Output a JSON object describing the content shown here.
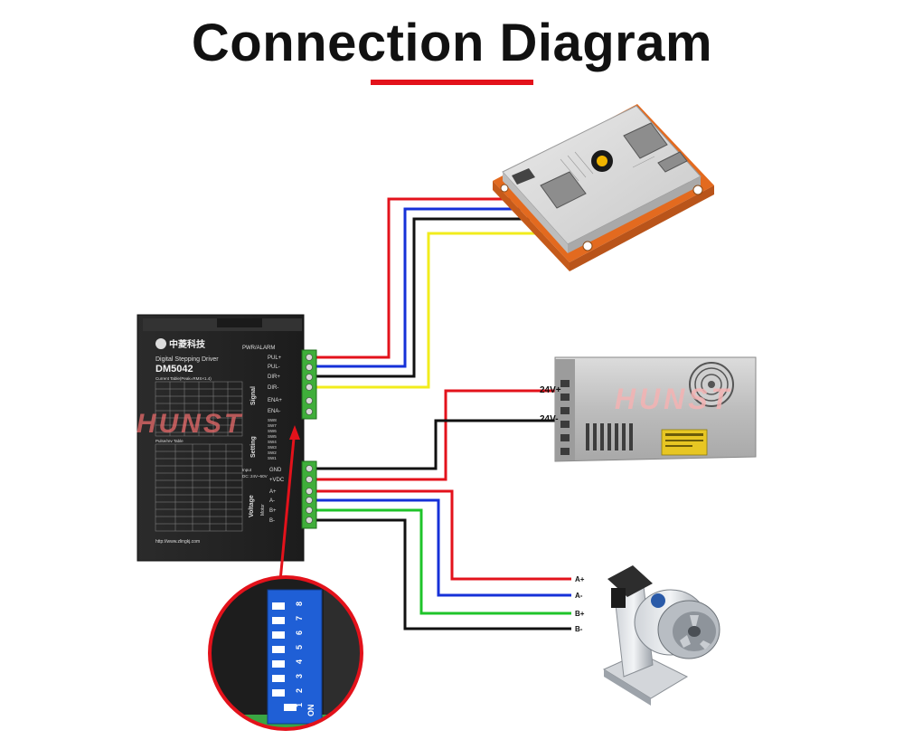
{
  "title": "Connection Diagram",
  "colors": {
    "accent": "#e3121b",
    "wire_red": "#e3121b",
    "wire_blue": "#1631d8",
    "wire_black": "#111111",
    "wire_yellow": "#f2ec1c",
    "wire_green": "#1fc42a"
  },
  "driver": {
    "brand": "中菱科技",
    "subtitle": "Digital Stepping Driver",
    "model": "DM5042",
    "current_table_label": "Current Table(Peak=RMS×1.4)",
    "pulse_table_label": "Pulse/rev Table",
    "watermark": "HUNST",
    "website": "http://www.zlingkj.com",
    "signal_header": "PWR/ALARM",
    "signal_group_label": "Signal",
    "signal_terminals": [
      "PUL+",
      "PUL-",
      "DIR+",
      "DIR-",
      "ENA+",
      "ENA-"
    ],
    "setting_group_label": "Setting",
    "setting_switches": [
      "SW8",
      "SW7",
      "SW6",
      "SW5",
      "SW4",
      "SW3",
      "SW2",
      "SW1"
    ],
    "input_label": "Input",
    "input_range": "DC: 24V~50V",
    "voltage_group_label": "Voltage",
    "power_terminals": [
      "GND",
      "+VDC"
    ],
    "motor_group_label": "Motor",
    "motor_terminals": [
      "A+",
      "A-",
      "B+",
      "B-"
    ]
  },
  "power_supply": {
    "watermark": "HUNST",
    "terminal_pos": "24V+",
    "terminal_neg": "24V-"
  },
  "motor": {
    "terminals": [
      "A+",
      "A-",
      "B+",
      "B-"
    ]
  },
  "dip_switch": {
    "numbers": [
      "1",
      "2",
      "3",
      "4",
      "5",
      "6",
      "7",
      "8"
    ],
    "on_label": "ON"
  }
}
